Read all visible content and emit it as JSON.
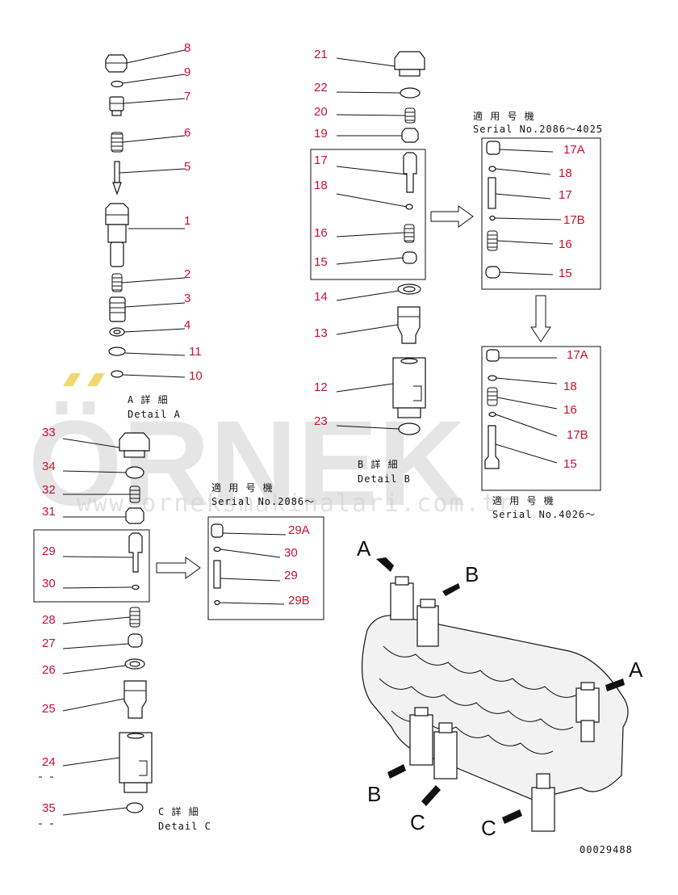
{
  "watermark": {
    "logo_text": "ÖRNEK",
    "url_text": "www.orneksmakinalari.com.tr"
  },
  "callouts": {
    "detail_a": [
      "8",
      "9",
      "7",
      "6",
      "5",
      "1",
      "2",
      "3",
      "4",
      "11",
      "10"
    ],
    "detail_b": [
      "21",
      "22",
      "20",
      "19",
      "17",
      "18",
      "16",
      "15",
      "14",
      "13",
      "12",
      "23"
    ],
    "detail_b_serial1": [
      "17A",
      "18",
      "17",
      "17B",
      "16",
      "15"
    ],
    "detail_b_serial2": [
      "17A",
      "18",
      "16",
      "17B",
      "15"
    ],
    "detail_c": [
      "33",
      "34",
      "32",
      "31",
      "29",
      "30",
      "28",
      "27",
      "26",
      "25",
      "24",
      "35"
    ],
    "detail_c_serial": [
      "29A",
      "30",
      "29",
      "29B"
    ]
  },
  "notes": {
    "detail_a": [
      "A 詳 細",
      "Detail A"
    ],
    "detail_b": [
      "B 詳 細",
      "Detail B"
    ],
    "detail_c": [
      "C 詳 細",
      "Detail C"
    ],
    "serial_b1": [
      "適 用 号 機",
      "Serial No.2086～4025"
    ],
    "serial_b2": [
      "適 用 号 機",
      "Serial No.4026～"
    ],
    "serial_c": [
      "適 用 号 機",
      "Serial No.2086～"
    ]
  },
  "view_labels": [
    "A",
    "B",
    "A",
    "B",
    "C",
    "C"
  ],
  "drawing_number": "00029488"
}
